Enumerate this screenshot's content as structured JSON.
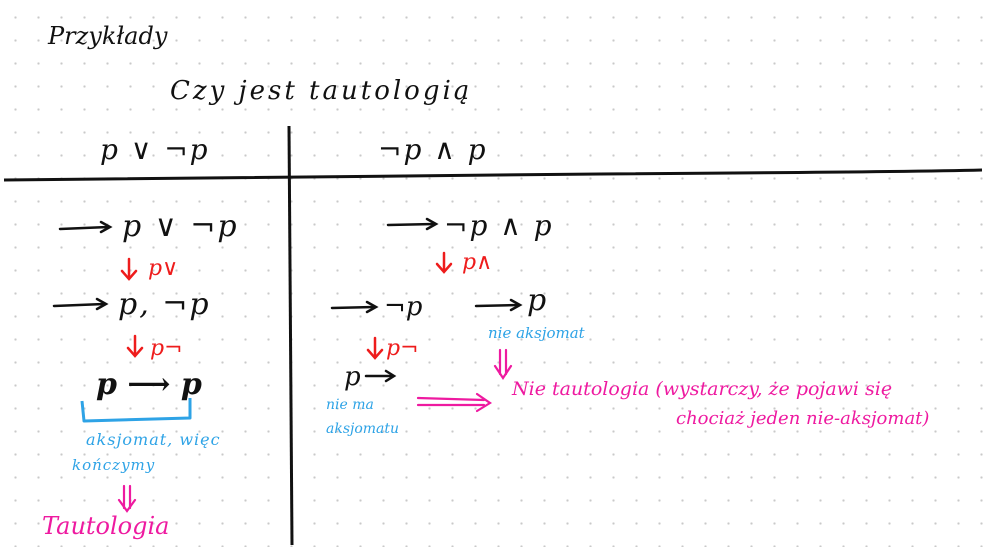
{
  "heading": "Przykłady",
  "question": "Czy jest tautologią",
  "left": {
    "column_header": "p ∨ ¬p",
    "step1": "p ∨ ¬p",
    "rule1": "p∨",
    "step2": "p, ¬p",
    "rule2": "p¬",
    "step3": "p ⟶ p",
    "note": [
      "aksjomat, więc",
      "kończymy"
    ],
    "conclusion": "Tautologia"
  },
  "right": {
    "column_header": "¬p ∧ p",
    "step1": "¬p ∧ p",
    "rule1": "p∧",
    "branch_left": "¬p",
    "rule_left": "p¬",
    "branch_left_end": "p",
    "note_left": [
      "nie ma",
      "aksjomatu"
    ],
    "branch_right": "p",
    "note_right": "nie aksjomat",
    "conclusion_lines": [
      "Nie tautologia (wystarczy, że pojawi się",
      "chociaż jeden nie-aksjomat)"
    ]
  },
  "colors": {
    "ink": "#111111",
    "rule": "#ee1c1c",
    "note": "#2ea3e6",
    "result": "#ee1aa0"
  }
}
